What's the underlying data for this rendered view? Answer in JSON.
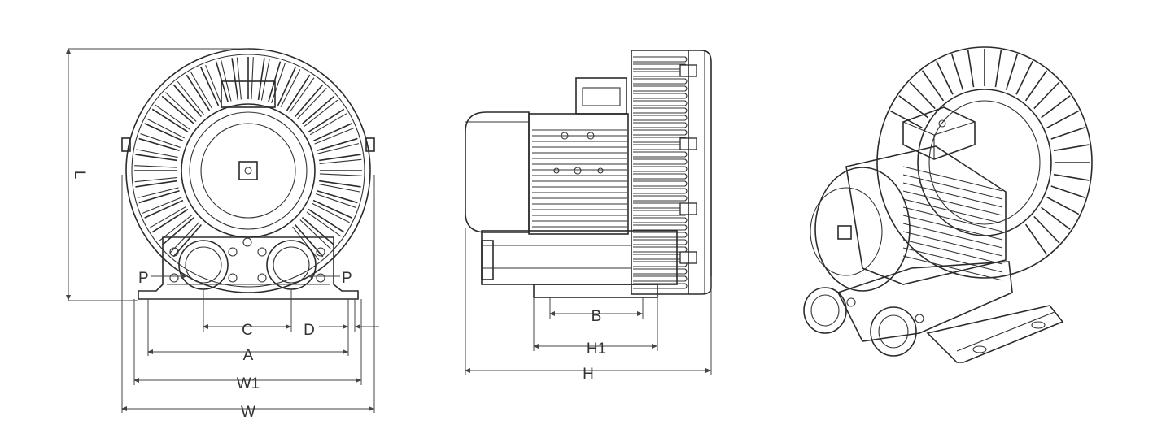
{
  "colors": {
    "line": "#2b2b2b",
    "background": "#ffffff"
  },
  "front_view": {
    "labels": {
      "L": "L",
      "P_left": "P",
      "P_right": "P",
      "C": "C",
      "D": "D",
      "A": "A",
      "W1": "W1",
      "W": "W"
    }
  },
  "side_view": {
    "labels": {
      "B": "B",
      "H1": "H1",
      "H": "H"
    }
  }
}
